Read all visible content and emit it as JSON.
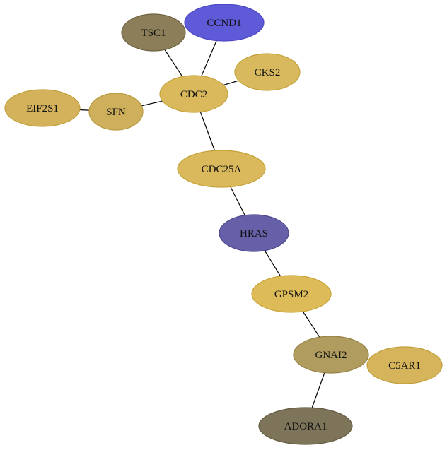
{
  "nodes": [
    {
      "id": "TSC1",
      "label": "TSC1",
      "fill": "#8b7e58",
      "stroke": "#6e6240"
    },
    {
      "id": "CCND1",
      "label": "CCND1",
      "fill": "#5e5ad8",
      "stroke": "#4a46c0"
    },
    {
      "id": "CKS2",
      "label": "CKS2",
      "fill": "#d9b95e",
      "stroke": "#c4a23a"
    },
    {
      "id": "CDC2",
      "label": "CDC2",
      "fill": "#dab95c",
      "stroke": "#c4a23a"
    },
    {
      "id": "EIF2S1",
      "label": "EIF2S1",
      "fill": "#d3b25b",
      "stroke": "#c09e38"
    },
    {
      "id": "SFN",
      "label": "SFN",
      "fill": "#cdaf5c",
      "stroke": "#b89a3e"
    },
    {
      "id": "CDC25A",
      "label": "CDC25A",
      "fill": "#dab95c",
      "stroke": "#c4a23a"
    },
    {
      "id": "HRAS",
      "label": "HRAS",
      "fill": "#6660a8",
      "stroke": "#4d4790"
    },
    {
      "id": "GPSM2",
      "label": "GPSM2",
      "fill": "#dcbb58",
      "stroke": "#c8a436"
    },
    {
      "id": "GNAI2",
      "label": "GNAI2",
      "fill": "#b09c5e",
      "stroke": "#958043"
    },
    {
      "id": "C5AR1",
      "label": "C5AR1",
      "fill": "#d5b45c",
      "stroke": "#c09e38"
    },
    {
      "id": "ADORA1",
      "label": "ADORA1",
      "fill": "#7e7459",
      "stroke": "#625940"
    }
  ],
  "edges": [
    {
      "from": "TSC1",
      "to": "CDC2"
    },
    {
      "from": "CCND1",
      "to": "CDC2"
    },
    {
      "from": "CKS2",
      "to": "CDC2"
    },
    {
      "from": "EIF2S1",
      "to": "SFN"
    },
    {
      "from": "SFN",
      "to": "CDC2"
    },
    {
      "from": "CDC2",
      "to": "CDC25A"
    },
    {
      "from": "CDC25A",
      "to": "HRAS"
    },
    {
      "from": "HRAS",
      "to": "GPSM2"
    },
    {
      "from": "GPSM2",
      "to": "GNAI2"
    },
    {
      "from": "GNAI2",
      "to": "ADORA1"
    }
  ]
}
